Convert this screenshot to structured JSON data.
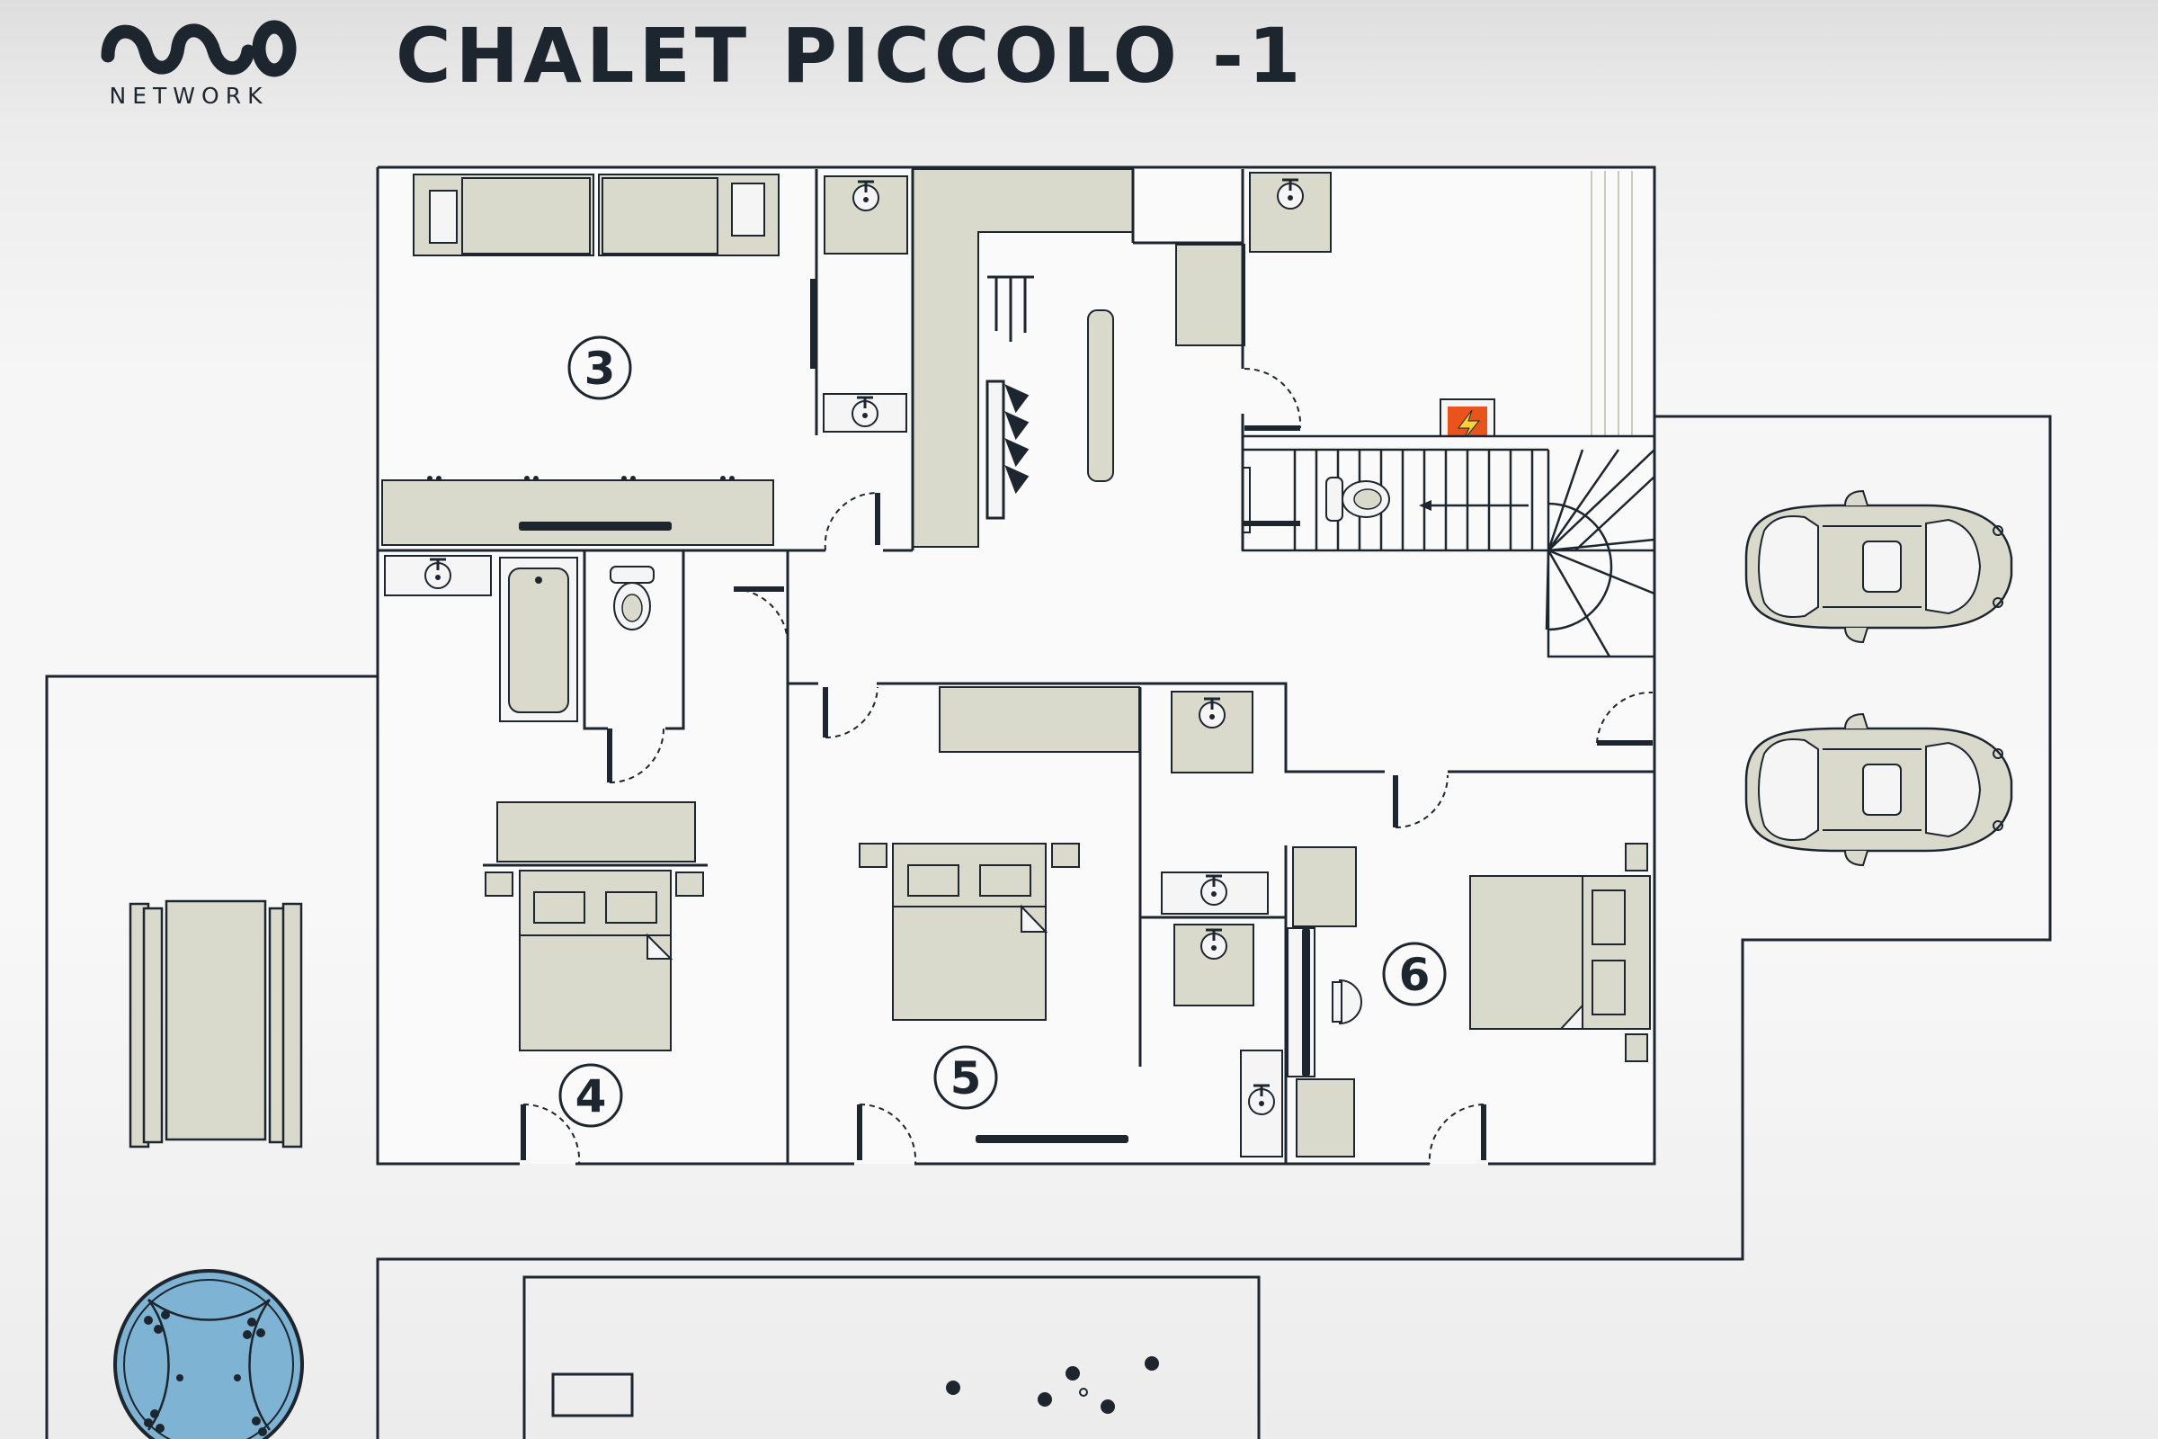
{
  "brand": {
    "logo_name": "network-logo",
    "logo_text": "NETWORK"
  },
  "title": "CHALET PICCOLO -1",
  "rooms": [
    {
      "id": "3",
      "label": "3"
    },
    {
      "id": "4",
      "label": "4"
    },
    {
      "id": "5",
      "label": "5"
    },
    {
      "id": "6",
      "label": "6"
    }
  ],
  "icons": [
    "electric-panel-icon",
    "hot-tub-icon",
    "car-icon",
    "bed-icon",
    "sink-icon",
    "toilet-icon",
    "bathtub-icon",
    "staircase-icon",
    "tv-icon",
    "ski-rack-icon",
    "sofa-icon",
    "sun-lounger-icon"
  ],
  "colors": {
    "wall": "#1d262e",
    "furniture": "#d9dacb",
    "background": "#f5f5f5",
    "electric_panel": "#e9541c",
    "hot_tub_water": "#7eb3d4"
  }
}
